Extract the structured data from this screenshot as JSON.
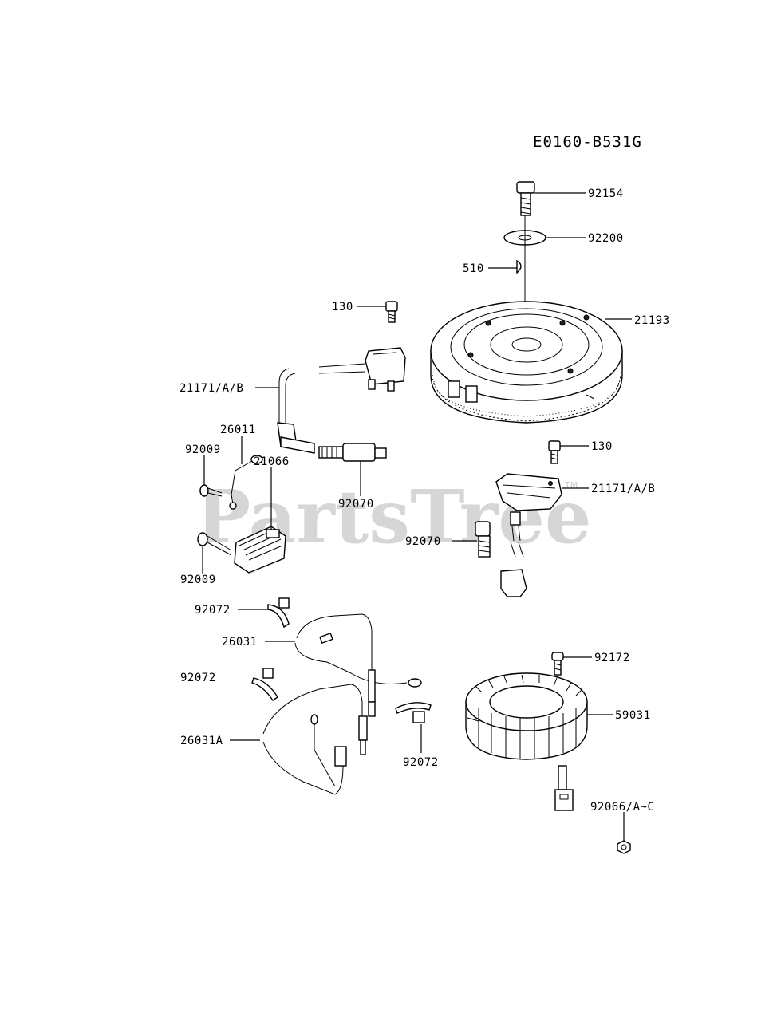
{
  "diagram": {
    "code": "E0160-B531G",
    "watermark": "PartsTree",
    "watermark_tm": "TM",
    "labels": {
      "p92154": "92154",
      "p92200": "92200",
      "p510": "510",
      "p130a": "130",
      "p21193": "21193",
      "p21171a": "21171/A/B",
      "p26011": "26011",
      "p92009a": "92009",
      "p21066": "21066",
      "p92070a": "92070",
      "p130b": "130",
      "p21171b": "21171/A/B",
      "p92009b": "92009",
      "p92070b": "92070",
      "p92072a": "92072",
      "p26031": "26031",
      "p92172": "92172",
      "p92072b": "92072",
      "p59031": "59031",
      "p26031A": "26031A",
      "p92072c": "92072",
      "p92066": "92066/A~C"
    }
  }
}
